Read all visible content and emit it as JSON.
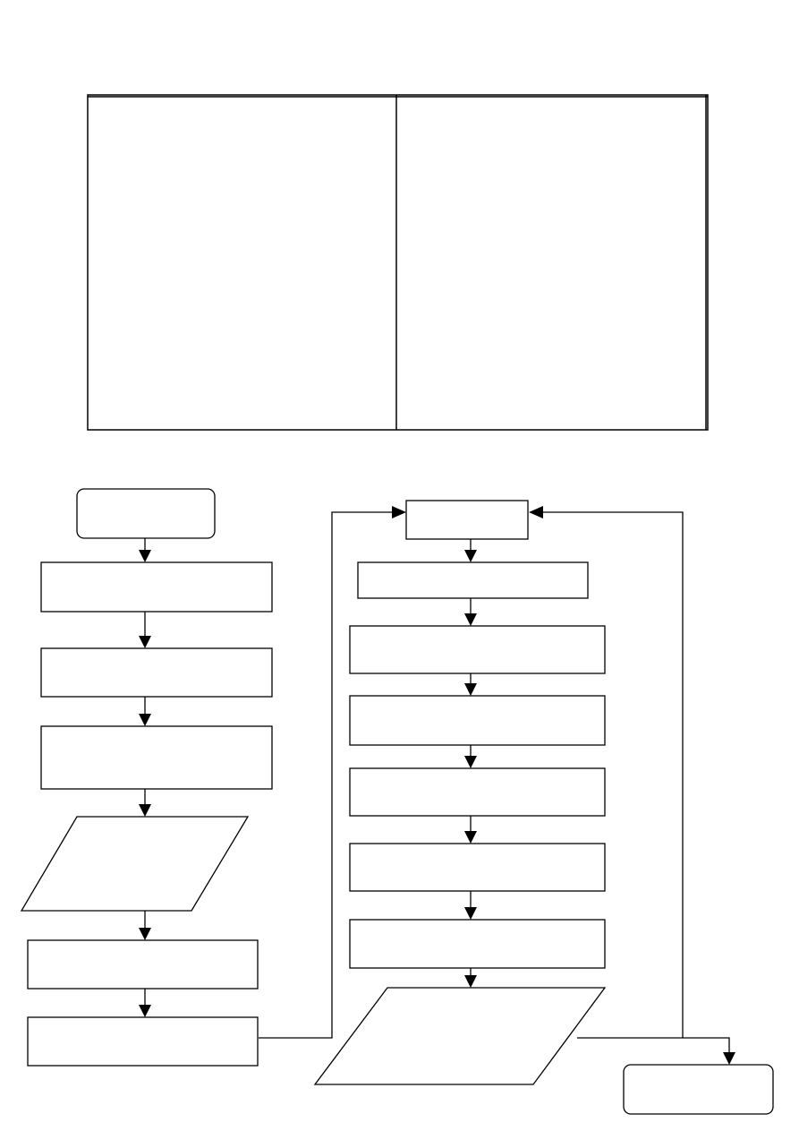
{
  "diagram": {
    "type": "flowchart",
    "page_color": "#ffffff",
    "line_color": "#000000",
    "table": {
      "columns": [
        {
          "id": "left-column",
          "text": ""
        },
        {
          "id": "right-column",
          "text": ""
        }
      ]
    },
    "nodes": [
      {
        "id": "start",
        "shape": "rounded-rectangle",
        "text": ""
      },
      {
        "id": "left-step-1",
        "shape": "rectangle",
        "text": ""
      },
      {
        "id": "left-step-2",
        "shape": "rectangle",
        "text": ""
      },
      {
        "id": "left-step-3",
        "shape": "rectangle",
        "text": ""
      },
      {
        "id": "left-input",
        "shape": "parallelogram",
        "text": ""
      },
      {
        "id": "left-step-4",
        "shape": "rectangle",
        "text": ""
      },
      {
        "id": "left-step-5",
        "shape": "rectangle",
        "text": ""
      },
      {
        "id": "loop-head",
        "shape": "rectangle",
        "text": ""
      },
      {
        "id": "right-step-1",
        "shape": "rectangle",
        "text": ""
      },
      {
        "id": "right-step-2",
        "shape": "rectangle",
        "text": ""
      },
      {
        "id": "right-step-3",
        "shape": "rectangle",
        "text": ""
      },
      {
        "id": "right-step-4",
        "shape": "rectangle",
        "text": ""
      },
      {
        "id": "right-step-5",
        "shape": "rectangle",
        "text": ""
      },
      {
        "id": "right-step-6",
        "shape": "rectangle",
        "text": ""
      },
      {
        "id": "right-output",
        "shape": "parallelogram",
        "text": ""
      },
      {
        "id": "end",
        "shape": "rounded-rectangle",
        "text": ""
      }
    ],
    "edges": [
      {
        "from": "start",
        "to": "left-step-1"
      },
      {
        "from": "left-step-1",
        "to": "left-step-2"
      },
      {
        "from": "left-step-2",
        "to": "left-step-3"
      },
      {
        "from": "left-step-3",
        "to": "left-input"
      },
      {
        "from": "left-input",
        "to": "left-step-4"
      },
      {
        "from": "left-step-4",
        "to": "left-step-5"
      },
      {
        "from": "left-step-5",
        "to": "loop-head"
      },
      {
        "from": "loop-head",
        "to": "right-step-1"
      },
      {
        "from": "right-step-1",
        "to": "right-step-2"
      },
      {
        "from": "right-step-2",
        "to": "right-step-3"
      },
      {
        "from": "right-step-3",
        "to": "right-step-4"
      },
      {
        "from": "right-step-4",
        "to": "right-step-5"
      },
      {
        "from": "right-step-5",
        "to": "right-step-6"
      },
      {
        "from": "right-step-6",
        "to": "right-output"
      },
      {
        "from": "right-output",
        "to": "loop-head"
      },
      {
        "from": "right-output",
        "to": "end"
      }
    ]
  }
}
